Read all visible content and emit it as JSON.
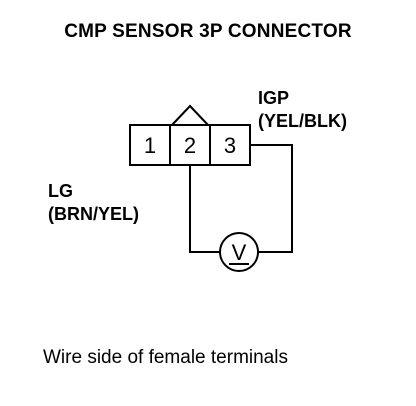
{
  "title": "CMP SENSOR 3P CONNECTOR",
  "connector": {
    "pins": [
      "1",
      "2",
      "3"
    ]
  },
  "wires": {
    "igp": {
      "name": "IGP",
      "color": "(YEL/BLK)"
    },
    "lg": {
      "name": "LG",
      "color": "(BRN/YEL)"
    }
  },
  "meter": {
    "symbol": "V",
    "icon": "voltmeter-icon"
  },
  "caption": "Wire side of female terminals"
}
